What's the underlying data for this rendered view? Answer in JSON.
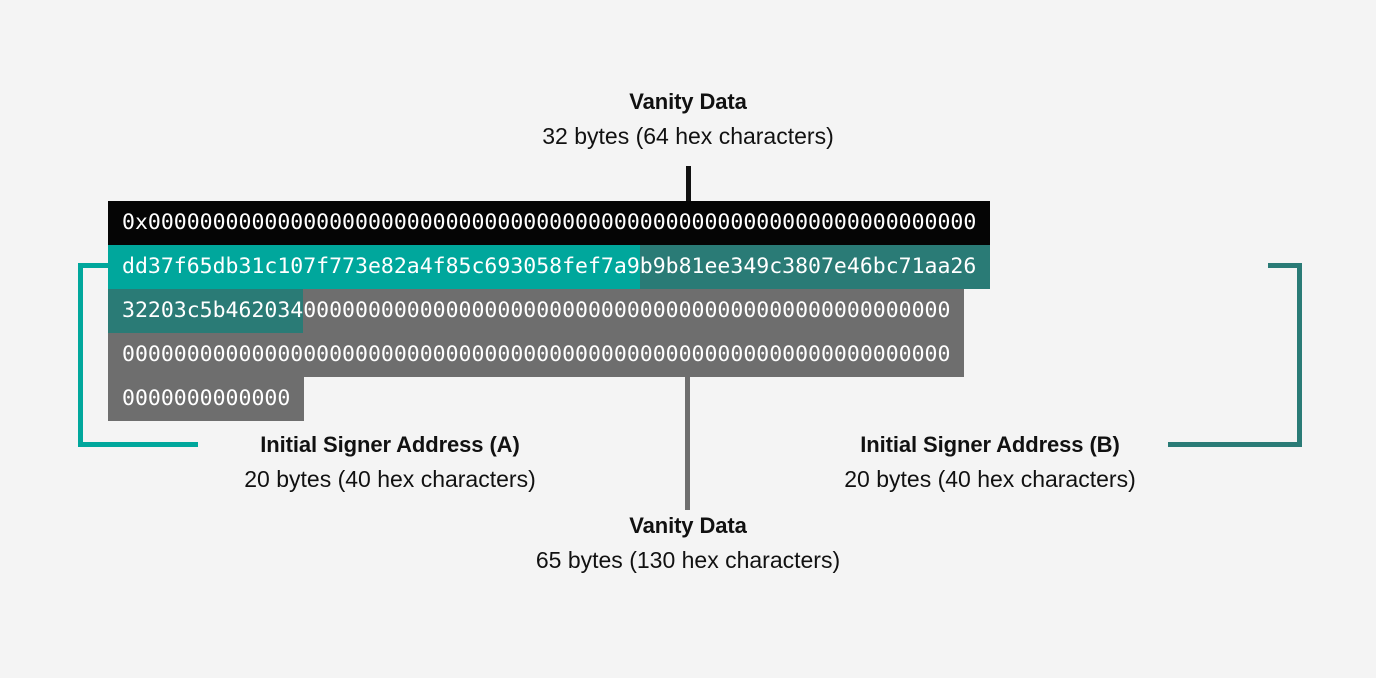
{
  "top_label": {
    "title": "Vanity Data",
    "subtitle": "32 bytes (64 hex characters)"
  },
  "bottom_center_label": {
    "title": "Vanity Data",
    "subtitle": "65 bytes (130 hex characters)"
  },
  "signer_a_label": {
    "title": "Initial Signer Address (A)",
    "subtitle": "20 bytes (40 hex characters)"
  },
  "signer_b_label": {
    "title": "Initial Signer Address (B)",
    "subtitle": "20 bytes (40 hex characters)"
  },
  "colors": {
    "background": "#f4f4f4",
    "vanity_top": "#050505",
    "signer_a": "#00a79c",
    "signer_b": "#2a7b76",
    "vanity_bottom": "#6e6e6e",
    "text": "#111111"
  },
  "hex_rows": [
    {
      "segments": [
        {
          "kind": "vanity-top",
          "text": "0x0000000000000000000000000000000000000000000000000000000000000000"
        }
      ]
    },
    {
      "segments": [
        {
          "kind": "signer-a",
          "text": "dd37f65db31c107f773e82a4f85c693058fef7a9"
        },
        {
          "kind": "signer-b",
          "text": "b9b81ee349c3807e46bc71aa26"
        }
      ]
    },
    {
      "segments": [
        {
          "kind": "signer-b",
          "text": "32203c5b462034"
        },
        {
          "kind": "vanity-bottom",
          "text": "00000000000000000000000000000000000000000000000000"
        }
      ]
    },
    {
      "segments": [
        {
          "kind": "vanity-bottom",
          "text": "0000000000000000000000000000000000000000000000000000000000000000"
        }
      ]
    },
    {
      "segments": [
        {
          "kind": "vanity-bottom",
          "text": "0000000000000"
        }
      ]
    }
  ]
}
